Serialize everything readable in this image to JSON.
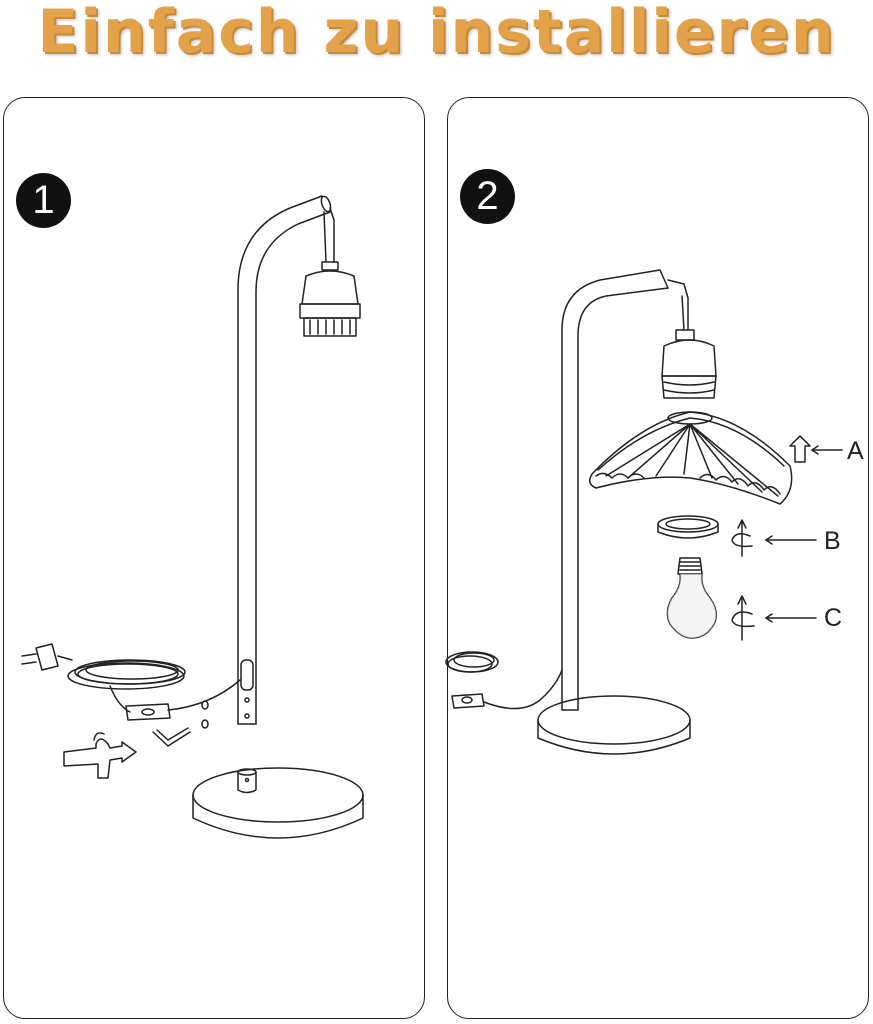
{
  "header": {
    "title": "Einfach zu installieren"
  },
  "steps": [
    {
      "number": "1"
    },
    {
      "number": "2",
      "callouts": [
        "A",
        "B",
        "C"
      ]
    }
  ]
}
